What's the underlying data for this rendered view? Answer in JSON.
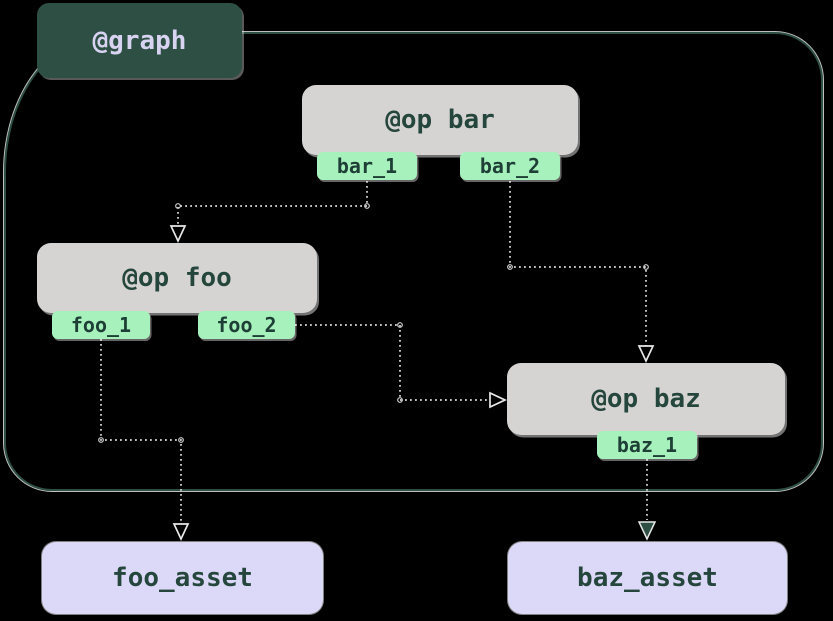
{
  "diagram": {
    "type": "op-graph-lineage",
    "graph_label": "@graph",
    "ops": [
      {
        "name": "@op bar",
        "outputs": [
          "bar_1",
          "bar_2"
        ]
      },
      {
        "name": "@op foo",
        "outputs": [
          "foo_1",
          "foo_2"
        ]
      },
      {
        "name": "@op baz",
        "outputs": [
          "baz_1"
        ]
      }
    ],
    "assets": [
      "foo_asset",
      "baz_asset"
    ],
    "edges": [
      {
        "from": "bar_1",
        "to": "@op foo"
      },
      {
        "from": "bar_2",
        "to": "@op baz"
      },
      {
        "from": "foo_2",
        "to": "@op baz"
      },
      {
        "from": "foo_1",
        "to": "foo_asset"
      },
      {
        "from": "baz_1",
        "to": "baz_asset"
      }
    ],
    "colors": {
      "graph_border": "#2d4f44",
      "op_fill": "#d6d4d2",
      "output_fill": "#a6f1bc",
      "asset_fill": "#dcd8f7",
      "dark_text": "#24463c",
      "label_text": "#d7d3f1",
      "edge": "#dcdcdc",
      "background": "#000000"
    }
  }
}
